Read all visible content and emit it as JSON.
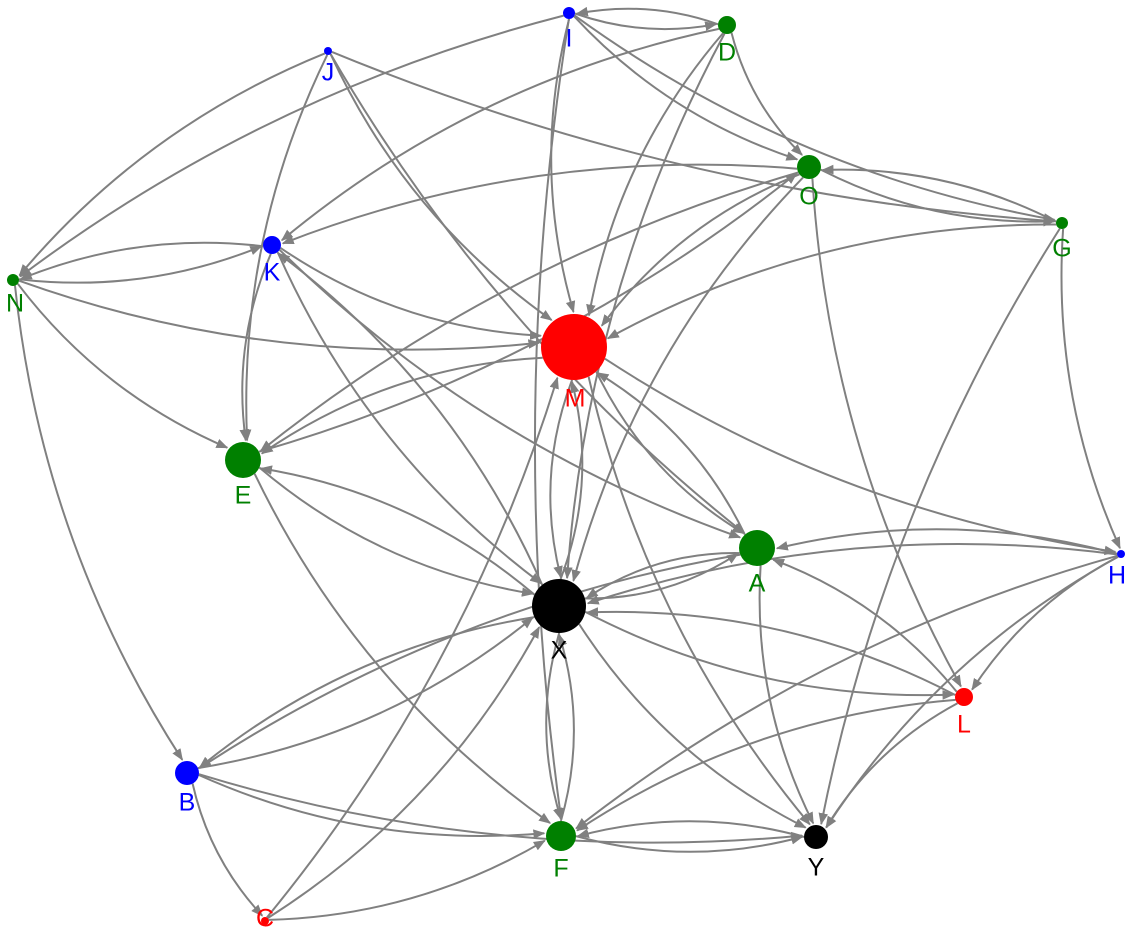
{
  "colors": {
    "edge": "#808080",
    "green": "#008000",
    "blue": "#0000ff",
    "red": "#ff0000",
    "black": "#000000"
  },
  "nodes": [
    {
      "id": "I",
      "label": "I",
      "color": "blue"
    },
    {
      "id": "D",
      "label": "D",
      "color": "green"
    },
    {
      "id": "J",
      "label": "J",
      "color": "blue"
    },
    {
      "id": "O",
      "label": "O",
      "color": "green"
    },
    {
      "id": "G",
      "label": "G",
      "color": "green"
    },
    {
      "id": "K",
      "label": "K",
      "color": "blue"
    },
    {
      "id": "N",
      "label": "N",
      "color": "green"
    },
    {
      "id": "M",
      "label": "M",
      "color": "red"
    },
    {
      "id": "E",
      "label": "E",
      "color": "green"
    },
    {
      "id": "A",
      "label": "A",
      "color": "green"
    },
    {
      "id": "H",
      "label": "H",
      "color": "blue"
    },
    {
      "id": "X",
      "label": "X",
      "color": "black"
    },
    {
      "id": "L",
      "label": "L",
      "color": "red"
    },
    {
      "id": "B",
      "label": "B",
      "color": "blue"
    },
    {
      "id": "F",
      "label": "F",
      "color": "green"
    },
    {
      "id": "Y",
      "label": "Y",
      "color": "black"
    },
    {
      "id": "C",
      "label": "C",
      "color": "red"
    }
  ],
  "edges": [
    [
      "I",
      "D"
    ],
    [
      "D",
      "I"
    ],
    [
      "I",
      "O"
    ],
    [
      "I",
      "M"
    ],
    [
      "I",
      "F"
    ],
    [
      "I",
      "N"
    ],
    [
      "I",
      "G"
    ],
    [
      "D",
      "M"
    ],
    [
      "D",
      "K"
    ],
    [
      "D",
      "O"
    ],
    [
      "D",
      "X"
    ],
    [
      "J",
      "M"
    ],
    [
      "J",
      "A"
    ],
    [
      "J",
      "E"
    ],
    [
      "J",
      "G"
    ],
    [
      "J",
      "N"
    ],
    [
      "O",
      "M"
    ],
    [
      "O",
      "E"
    ],
    [
      "O",
      "K"
    ],
    [
      "O",
      "X"
    ],
    [
      "O",
      "L"
    ],
    [
      "O",
      "G"
    ],
    [
      "G",
      "M"
    ],
    [
      "G",
      "H"
    ],
    [
      "G",
      "Y"
    ],
    [
      "G",
      "O"
    ],
    [
      "K",
      "E"
    ],
    [
      "K",
      "M"
    ],
    [
      "K",
      "A"
    ],
    [
      "K",
      "X"
    ],
    [
      "K",
      "N"
    ],
    [
      "N",
      "E"
    ],
    [
      "N",
      "M"
    ],
    [
      "N",
      "B"
    ],
    [
      "N",
      "K"
    ],
    [
      "M",
      "E"
    ],
    [
      "M",
      "Y"
    ],
    [
      "M",
      "H"
    ],
    [
      "M",
      "X"
    ],
    [
      "M",
      "A"
    ],
    [
      "E",
      "X"
    ],
    [
      "E",
      "F"
    ],
    [
      "E",
      "O"
    ],
    [
      "A",
      "X"
    ],
    [
      "A",
      "B"
    ],
    [
      "A",
      "M"
    ],
    [
      "A",
      "Y"
    ],
    [
      "H",
      "A"
    ],
    [
      "H",
      "X"
    ],
    [
      "H",
      "L"
    ],
    [
      "H",
      "F"
    ],
    [
      "H",
      "Y"
    ],
    [
      "X",
      "M"
    ],
    [
      "X",
      "L"
    ],
    [
      "X",
      "B"
    ],
    [
      "X",
      "Y"
    ],
    [
      "X",
      "F"
    ],
    [
      "X",
      "E"
    ],
    [
      "X",
      "K"
    ],
    [
      "X",
      "A"
    ],
    [
      "L",
      "A"
    ],
    [
      "L",
      "F"
    ],
    [
      "L",
      "X"
    ],
    [
      "L",
      "Y"
    ],
    [
      "B",
      "F"
    ],
    [
      "B",
      "Y"
    ],
    [
      "B",
      "C"
    ],
    [
      "B",
      "X"
    ],
    [
      "F",
      "X"
    ],
    [
      "F",
      "Y"
    ],
    [
      "Y",
      "F"
    ],
    [
      "C",
      "M"
    ],
    [
      "C",
      "X"
    ],
    [
      "C",
      "F"
    ]
  ]
}
